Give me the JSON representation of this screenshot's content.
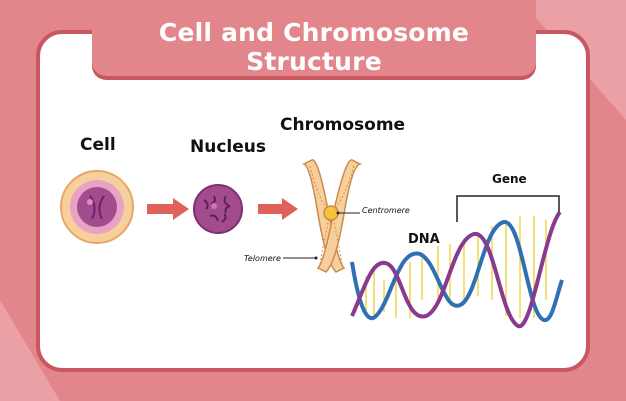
{
  "title": "Cell and Chromosome Structure",
  "labels": {
    "cell": "Cell",
    "nucleus": "Nucleus",
    "chromosome": "Chromosome",
    "gene": "Gene",
    "dna": "DNA",
    "centromere": "Centromere",
    "telomere": "Telomere"
  },
  "colors": {
    "background": "#e2868c",
    "card_border": "#c9575f",
    "arrow": "#e0605a",
    "dna_blue": "#2f6fb3",
    "dna_purple": "#8a3a8e",
    "base_pair": "#f0d64a"
  }
}
